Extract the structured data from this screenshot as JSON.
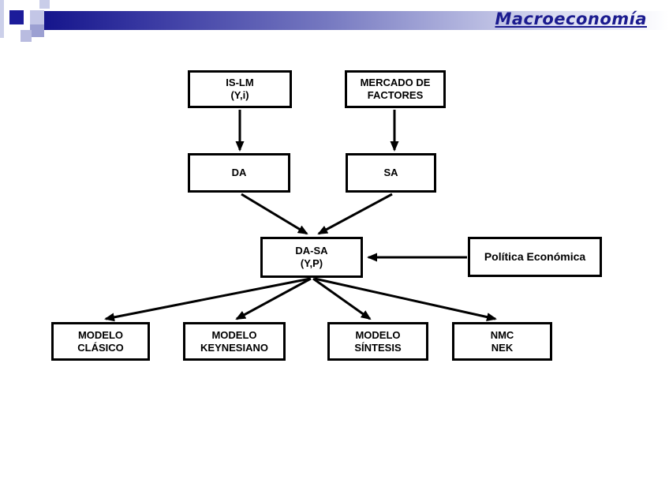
{
  "header": {
    "title": "Macroeconomía",
    "title_color": "#1b1b8f",
    "bar_dark": "#15158c",
    "bar_light": "#ffffff"
  },
  "diagram": {
    "nodes": {
      "islm": {
        "lines": [
          "IS-LM",
          "(Y,i)"
        ]
      },
      "mercado": {
        "lines": [
          "MERCADO DE",
          "FACTORES"
        ]
      },
      "da": {
        "lines": [
          "DA"
        ]
      },
      "sa": {
        "lines": [
          "SA"
        ]
      },
      "dasa": {
        "lines": [
          "DA-SA",
          "(Y,P)"
        ]
      },
      "politica": {
        "lines": [
          "Política Económica"
        ]
      },
      "clasico": {
        "lines": [
          "MODELO",
          "CLÁSICO"
        ]
      },
      "keynesiano": {
        "lines": [
          "MODELO",
          "KEYNESIANO"
        ]
      },
      "sintesis": {
        "lines": [
          "MODELO",
          "SÍNTESIS"
        ]
      },
      "nmc": {
        "lines": [
          "NMC",
          "NEK"
        ]
      }
    },
    "edges": [
      "IS-LM -> DA",
      "MERCADO DE FACTORES -> SA",
      "DA -> DA-SA",
      "SA -> DA-SA",
      "Política Económica -> DA-SA",
      "DA-SA -> MODELO CLÁSICO",
      "DA-SA -> MODELO KEYNESIANO",
      "DA-SA -> MODELO SÍNTESIS",
      "DA-SA -> NMC NEK"
    ]
  }
}
